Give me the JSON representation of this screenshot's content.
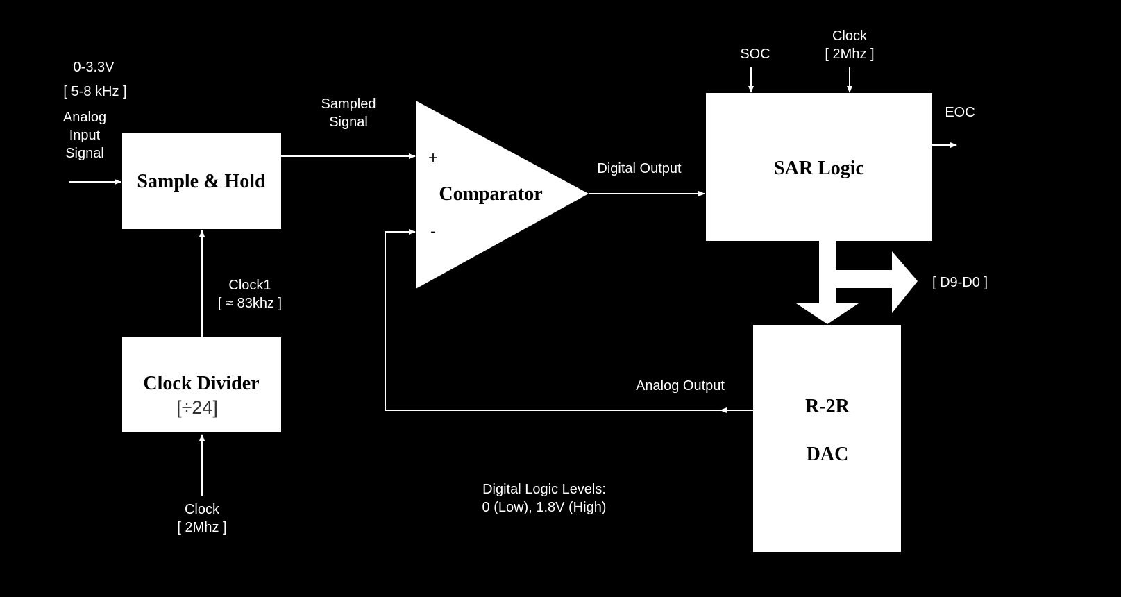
{
  "input": {
    "range": "0-3.3V",
    "freq": "[ 5-8 kHz ]",
    "label_line1": "Analog",
    "label_line2": "Input",
    "label_line3": "Signal"
  },
  "sample_hold": {
    "title": "Sample & Hold"
  },
  "clock1": {
    "line1": "Clock1",
    "line2": "[ ≈ 83khz ]"
  },
  "clock_divider": {
    "title": "Clock Divider",
    "ratio": "[÷24]"
  },
  "clock_in": {
    "line1": "Clock",
    "line2": "[ 2Mhz ]"
  },
  "sampled_signal": {
    "line1": "Sampled",
    "line2": "Signal"
  },
  "comparator": {
    "title": "Comparator",
    "plus": "+",
    "minus": "-"
  },
  "digital_output": "Digital Output",
  "sar": {
    "title": "SAR Logic",
    "soc": "SOC",
    "clock_line1": "Clock",
    "clock_line2": "[ 2Mhz ]",
    "eoc": "EOC"
  },
  "bus_label": "[ D9-D0 ]",
  "dac": {
    "line1": "R-2R",
    "line2": "DAC"
  },
  "analog_output": "Analog Output",
  "note": {
    "line1": "Digital Logic Levels:",
    "line2": "0 (Low), 1.8V (High)"
  },
  "colors": {
    "background": "#000000",
    "foreground": "#ffffff"
  }
}
